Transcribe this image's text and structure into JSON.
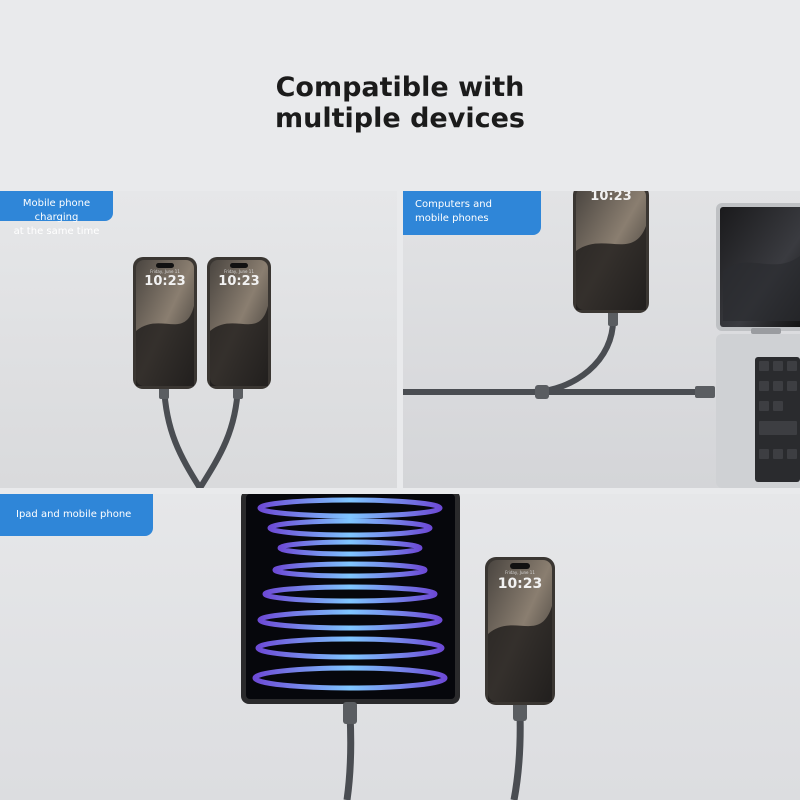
{
  "headline": {
    "line1": "Compatible with",
    "line2": "multiple devices"
  },
  "panels": [
    {
      "label_line1": "Mobile phone charging",
      "label_line2": "at the same time",
      "phone_times": [
        "10:23",
        "10:23"
      ]
    },
    {
      "label_line1": "Computers and",
      "label_line2": "mobile phones",
      "phone_times": [
        "10:23"
      ]
    },
    {
      "label_line1": "Ipad and mobile phone",
      "phone_times": [
        "10:23"
      ]
    }
  ],
  "colors": {
    "background": "#e9eaec",
    "label_blue": "#2f86d8",
    "cable": "#4a4d52",
    "phone_frame": "#3a3632",
    "headline": "#1b1b1b"
  }
}
